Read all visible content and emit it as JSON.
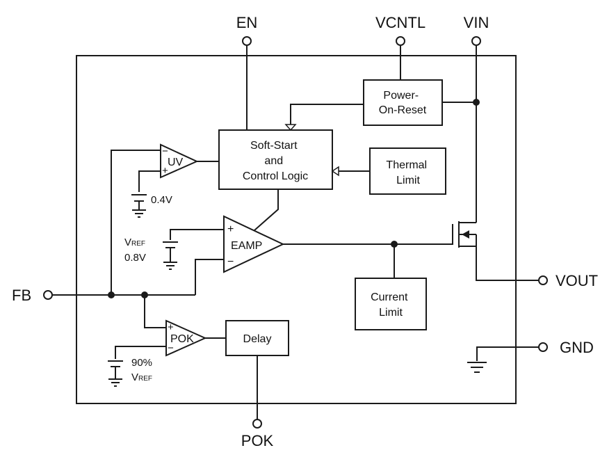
{
  "pins": {
    "en": "EN",
    "vcntl": "VCNTL",
    "vin": "VIN",
    "fb": "FB",
    "vout": "VOUT",
    "gnd": "GND",
    "pok": "POK"
  },
  "blocks": {
    "power_on_reset": [
      "Power-",
      "On-Reset"
    ],
    "soft_start": [
      "Soft-Start",
      "and",
      "Control Logic"
    ],
    "thermal_limit": [
      "Thermal",
      "Limit"
    ],
    "current_limit": [
      "Current",
      "Limit"
    ],
    "delay": "Delay"
  },
  "comparators": {
    "uv": "UV",
    "eamp": "EAMP",
    "pok": "POK"
  },
  "signs": {
    "minus": "−",
    "plus": "+"
  },
  "references": {
    "uv_ref": "0.4V",
    "vref_prefix": "V",
    "vref_sub": "REF",
    "eamp_ref": "0.8V",
    "pok_ref": "90%"
  }
}
